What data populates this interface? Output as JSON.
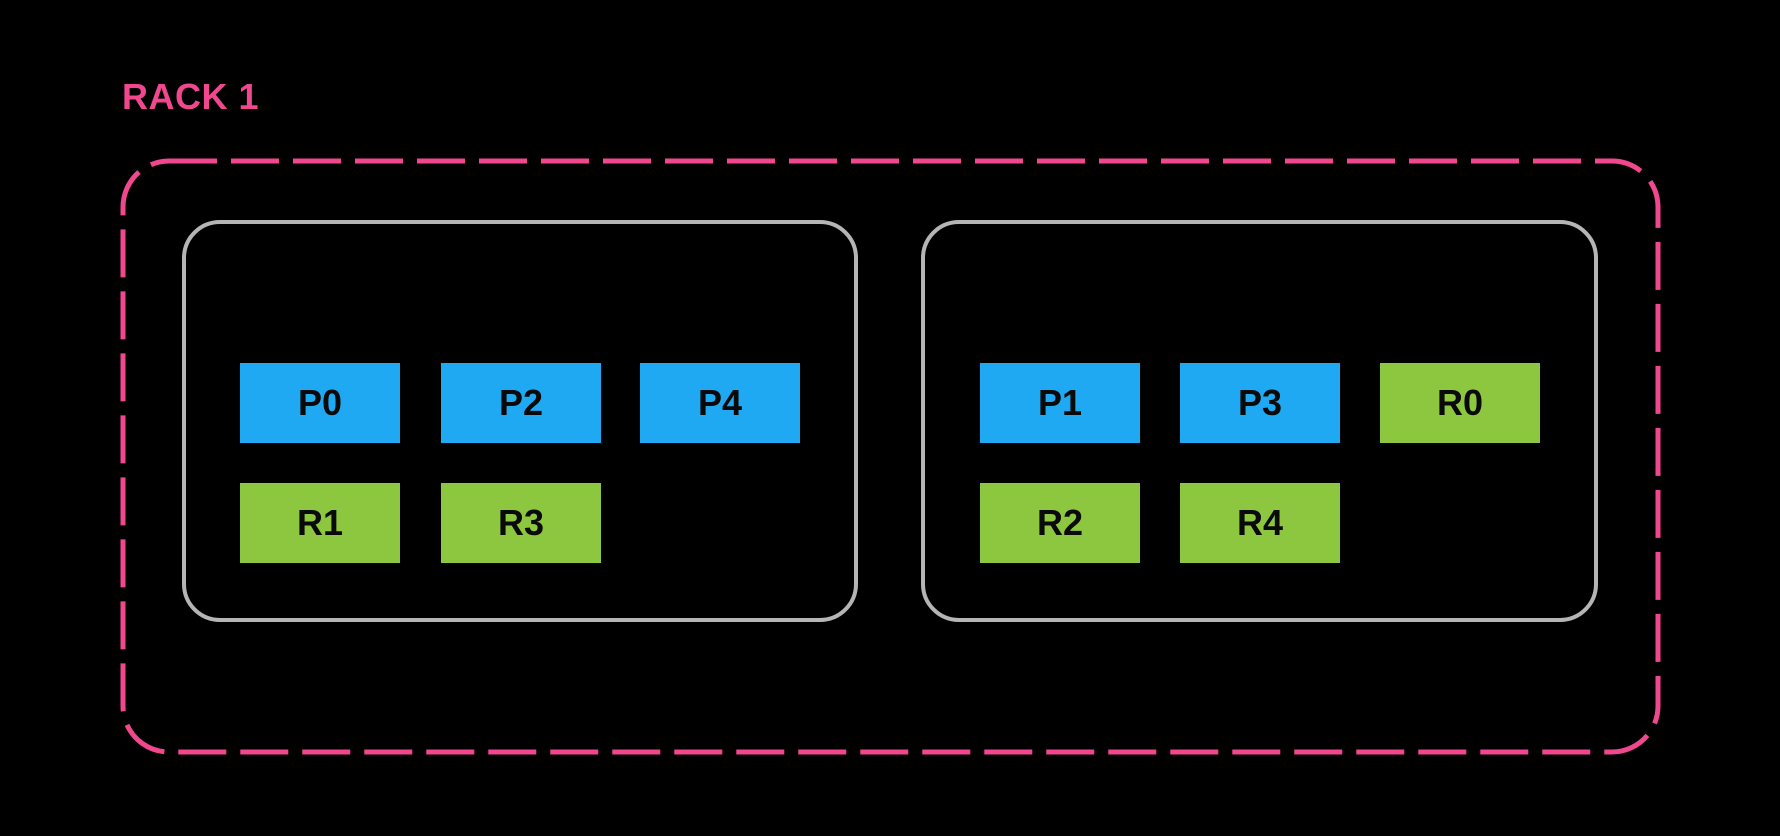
{
  "colors": {
    "bg": "#000000",
    "pink": "#F1478F",
    "blue": "#1FA9F2",
    "green": "#8DC63F",
    "gray": "#B5B5B5",
    "block_text": "#0A0A0A"
  },
  "rack": {
    "name": "RACK 1",
    "hosts": [
      {
        "blocks": [
          {
            "label": "P0",
            "type": "primary"
          },
          {
            "label": "P2",
            "type": "primary"
          },
          {
            "label": "P4",
            "type": "primary"
          },
          {
            "label": "R1",
            "type": "replica"
          },
          {
            "label": "R3",
            "type": "replica"
          }
        ]
      },
      {
        "blocks": [
          {
            "label": "P1",
            "type": "primary"
          },
          {
            "label": "P3",
            "type": "primary"
          },
          {
            "label": "R0",
            "type": "replica"
          },
          {
            "label": "R2",
            "type": "replica"
          },
          {
            "label": "R4",
            "type": "replica"
          }
        ]
      }
    ]
  }
}
